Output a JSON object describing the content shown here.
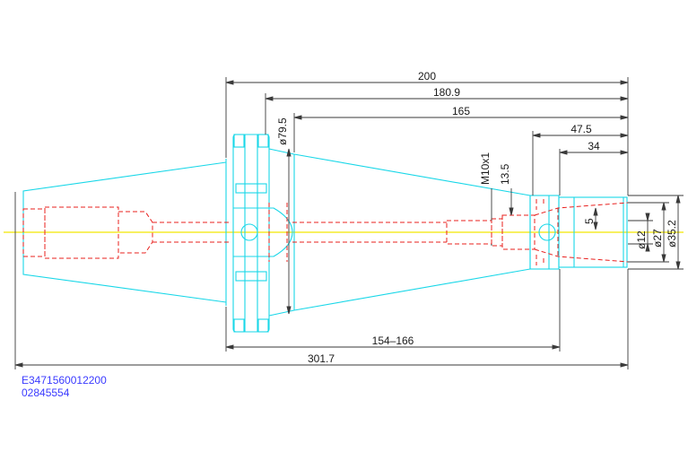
{
  "dimensions": {
    "d200": "200",
    "d180_9": "180.9",
    "d165": "165",
    "d47_5": "47.5",
    "d34": "34",
    "d13_5": "13.5",
    "thread": "M10x1",
    "dia79_5": "ø79.5",
    "d5": "5",
    "dia12": "ø12",
    "dia27": "ø27",
    "dia35_2": "ø35.2",
    "d154_166": "154–166",
    "d301_7": "301.7"
  },
  "codes": {
    "line1": "E3471560012200",
    "line2": "02845554"
  },
  "colors": {
    "outline": "#19d7e8",
    "hidden": "#e8201e",
    "center": "#f2e600",
    "dimension": "#3a3a3a",
    "code_text": "#3a3aff"
  }
}
